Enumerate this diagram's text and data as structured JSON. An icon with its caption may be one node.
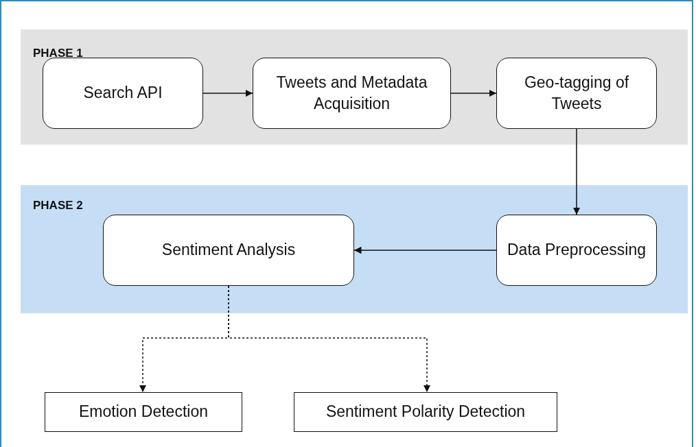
{
  "diagram": {
    "nodes": [
      {
        "text": [
          "PHASE 1"
        ]
      },
      {
        "text": [
          "Search API"
        ],
        "in": 0
      },
      {
        "text": [
          "Tweets and Metadata Acquisition"
        ],
        "in": 0
      },
      {
        "text": [
          "Geo-tagging of Tweets"
        ],
        "in": 0
      },
      {
        "text": [
          "PHASE 2"
        ]
      },
      {
        "text": [
          "Sentiment Analysis"
        ],
        "in": 4
      },
      {
        "text": [
          "Data Preprocessing"
        ],
        "in": 4
      },
      {
        "text": [
          "Emotion Detection"
        ]
      },
      {
        "text": [
          "Sentiment Polarity Detection"
        ]
      }
    ],
    "edges": [
      {
        "from": 1,
        "to": 2,
        "arrow": "to"
      },
      {
        "from": 2,
        "to": 3,
        "arrow": "to"
      },
      {
        "from": 3,
        "to": 6,
        "arrow": "to"
      },
      {
        "from": 6,
        "to": 5,
        "arrow": "to"
      },
      {
        "from": 5,
        "to": 7,
        "arrow": "to",
        "style": "dashed"
      },
      {
        "from": 5,
        "to": 8,
        "arrow": "to",
        "style": "dashed"
      }
    ]
  }
}
